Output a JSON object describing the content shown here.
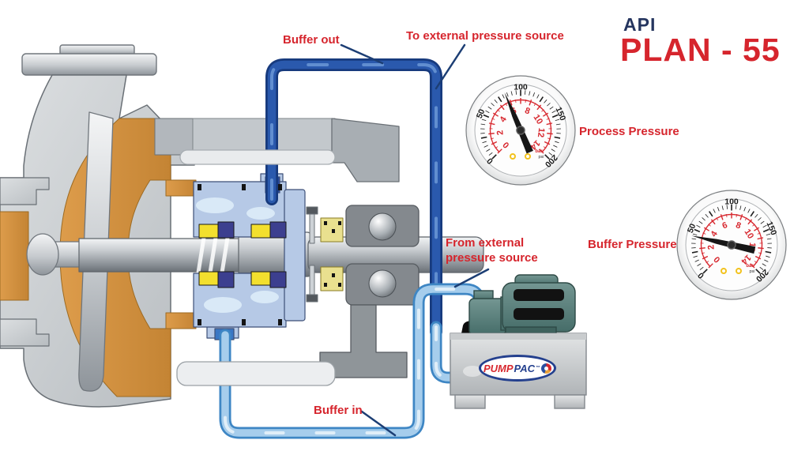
{
  "title": {
    "api": "API",
    "plan": "PLAN - 55"
  },
  "callouts": {
    "buffer_out": "Buffer out",
    "to_external_pressure_source": "To external pressure source",
    "process_pressure": "Process Pressure",
    "from_external_line1": "From external",
    "from_external_line2": "pressure source",
    "buffer_pressure": "Buffer Pressure",
    "buffer_in": "Buffer in"
  },
  "pumppac_logo": {
    "pump": "PUMP",
    "pac": "PAC",
    "tm": "™"
  },
  "colors": {
    "callout_red": "#d6252d",
    "title_navy": "#25355f",
    "gauge_red": "#d7282f",
    "pipe_dark_blue": "#173a7d",
    "pipe_light_blue": "#3e86c4",
    "volute_orange": "#cf8f3f",
    "seal_blue": "#b6c9e6",
    "motor_teal": "#5a8480"
  },
  "gauges": [
    {
      "id": "process",
      "label": "Process Pressure",
      "unit_inner": "bar",
      "unit_outer": "psi",
      "bar_ticks": [
        0,
        2,
        4,
        6,
        8,
        10,
        12,
        14
      ],
      "psi_ticks": [
        0,
        50,
        100,
        150,
        200
      ],
      "bar_max": 14,
      "psi_max": 200,
      "needle_value_bar": 5.8
    },
    {
      "id": "buffer",
      "label": "Buffer Pressure",
      "unit_inner": "bar",
      "unit_outer": "psi",
      "bar_ticks": [
        0,
        2,
        4,
        6,
        8,
        10,
        12,
        14
      ],
      "psi_ticks": [
        0,
        50,
        100,
        150,
        200
      ],
      "bar_max": 14,
      "psi_max": 200,
      "needle_value_bar": 3.0
    }
  ]
}
